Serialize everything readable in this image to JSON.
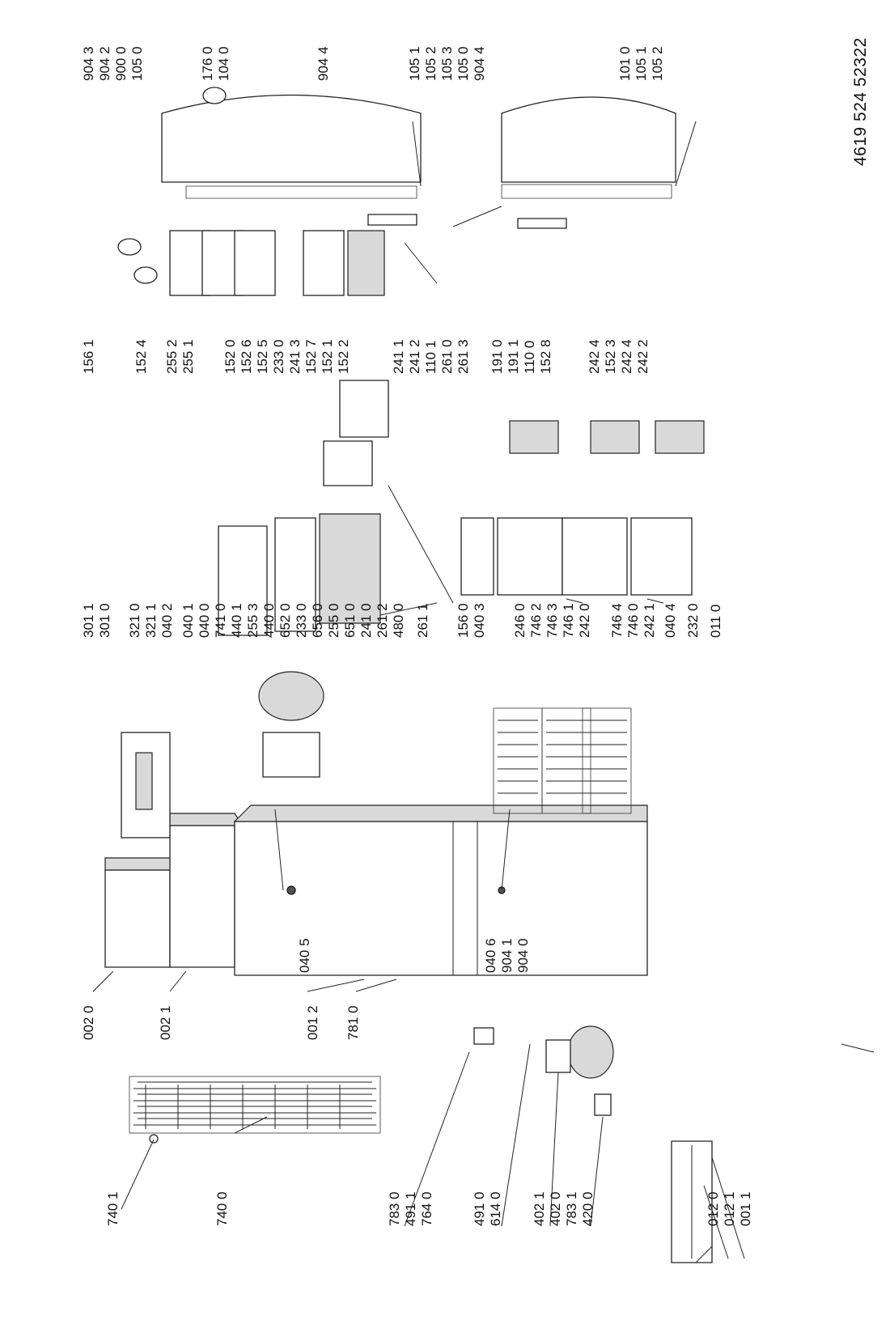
{
  "document_number": "4619 524 52322",
  "columns": {
    "left_bottom": [
      "740 1",
      "740 0",
      "783 0",
      "491 1",
      "764 0",
      "491 0",
      "614 0",
      "402 1",
      "402 0",
      "783 1",
      "420 0",
      "012 0",
      "012 1",
      "001 1"
    ],
    "left_top": [
      "002 0",
      "002 1",
      "001 2",
      "781 0"
    ],
    "cabinet": [
      "040 5",
      "040 6",
      "904 1",
      "904 0"
    ],
    "mid_left": [
      "301 1",
      "301 0",
      "321 0",
      "321 1",
      "040 2",
      "040 1",
      "040 0",
      "741 0",
      "440 1",
      "255 3",
      "440 0",
      "652 0",
      "233 0",
      "656 0",
      "255 0",
      "651 0",
      "241 0",
      "261 2",
      "480 0",
      "261 1",
      "156 0",
      "040 3",
      "246 0",
      "746 2",
      "746 3",
      "746 1",
      "242 0",
      "746 4",
      "746 0",
      "242 1",
      "040 4",
      "232 0",
      "011 0"
    ],
    "mid_right": [
      "156 1",
      "152 4",
      "255 2",
      "255 1",
      "152 0",
      "152 6",
      "152 5",
      "233 0",
      "241 3",
      "152 7",
      "152 1",
      "152 2",
      "241 1",
      "241 2",
      "110 1",
      "261 0",
      "261 3",
      "191 0",
      "191 1",
      "110 0",
      "152 8",
      "242 4",
      "152 3",
      "242 4",
      "242 2"
    ],
    "right": [
      "904 3",
      "904 2",
      "900 0",
      "105 0",
      "176 0",
      "104 0",
      "904 4",
      "105 1",
      "105 2",
      "105 3",
      "105 0",
      "904 4",
      "101 0",
      "105 1",
      "105 2"
    ]
  }
}
